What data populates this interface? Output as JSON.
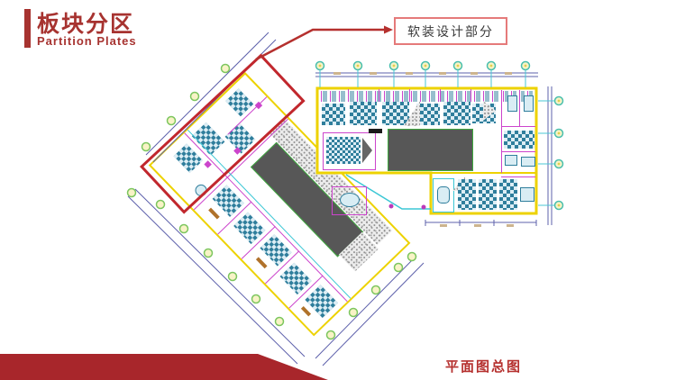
{
  "header": {
    "title": "板块分区",
    "subtitle": "Partition Plates",
    "accent_color": "#a73330"
  },
  "callout": {
    "label": "软装设计部分"
  },
  "caption": {
    "label": "平面图总图"
  },
  "plan": {
    "description_colors": {
      "wall_yellow": "#edd200",
      "partition_magenta": "#cc44cc",
      "furniture_teal": "#2f7e9c",
      "corridor_cyan": "#3bc7d5",
      "core_fill": "#575757",
      "core_outline": "#3faa3f",
      "dimension_blue": "#5d60ab",
      "grid_bubble_ring": "#49bfae",
      "highlight_red": "#c1272d",
      "banner_red": "#a8262b"
    }
  }
}
